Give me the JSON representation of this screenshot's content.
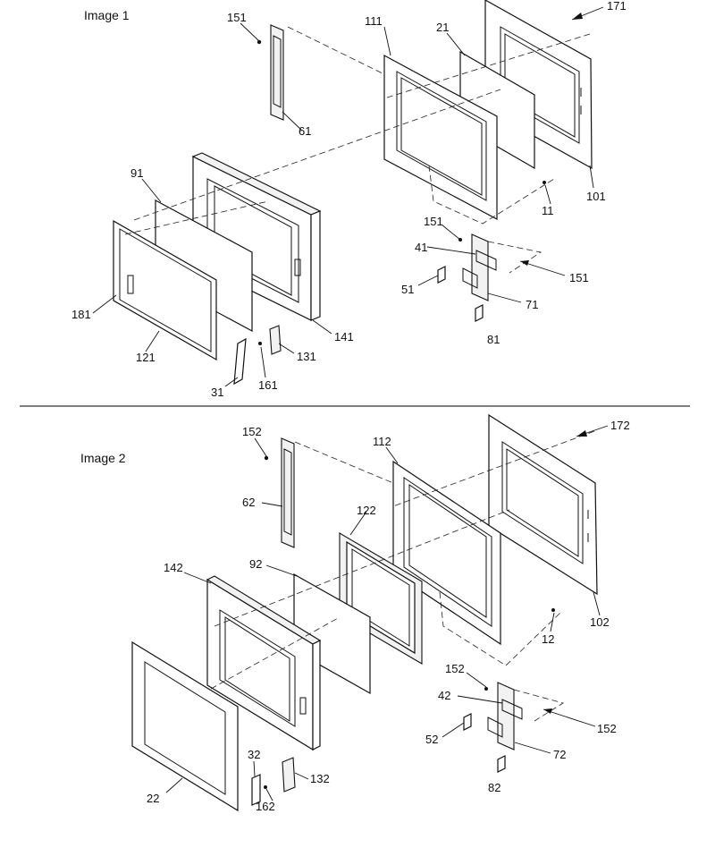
{
  "sections": [
    {
      "title": "Image 1",
      "labels": [
        "151",
        "111",
        "21",
        "171",
        "61",
        "91",
        "101",
        "11",
        "151",
        "41",
        "151",
        "51",
        "71",
        "181",
        "121",
        "141",
        "81",
        "131",
        "161",
        "31"
      ]
    },
    {
      "title": "Image 2",
      "labels": [
        "152",
        "112",
        "172",
        "62",
        "122",
        "142",
        "92",
        "102",
        "12",
        "152",
        "42",
        "152",
        "52",
        "72",
        "32",
        "132",
        "22",
        "162",
        "82"
      ]
    }
  ]
}
